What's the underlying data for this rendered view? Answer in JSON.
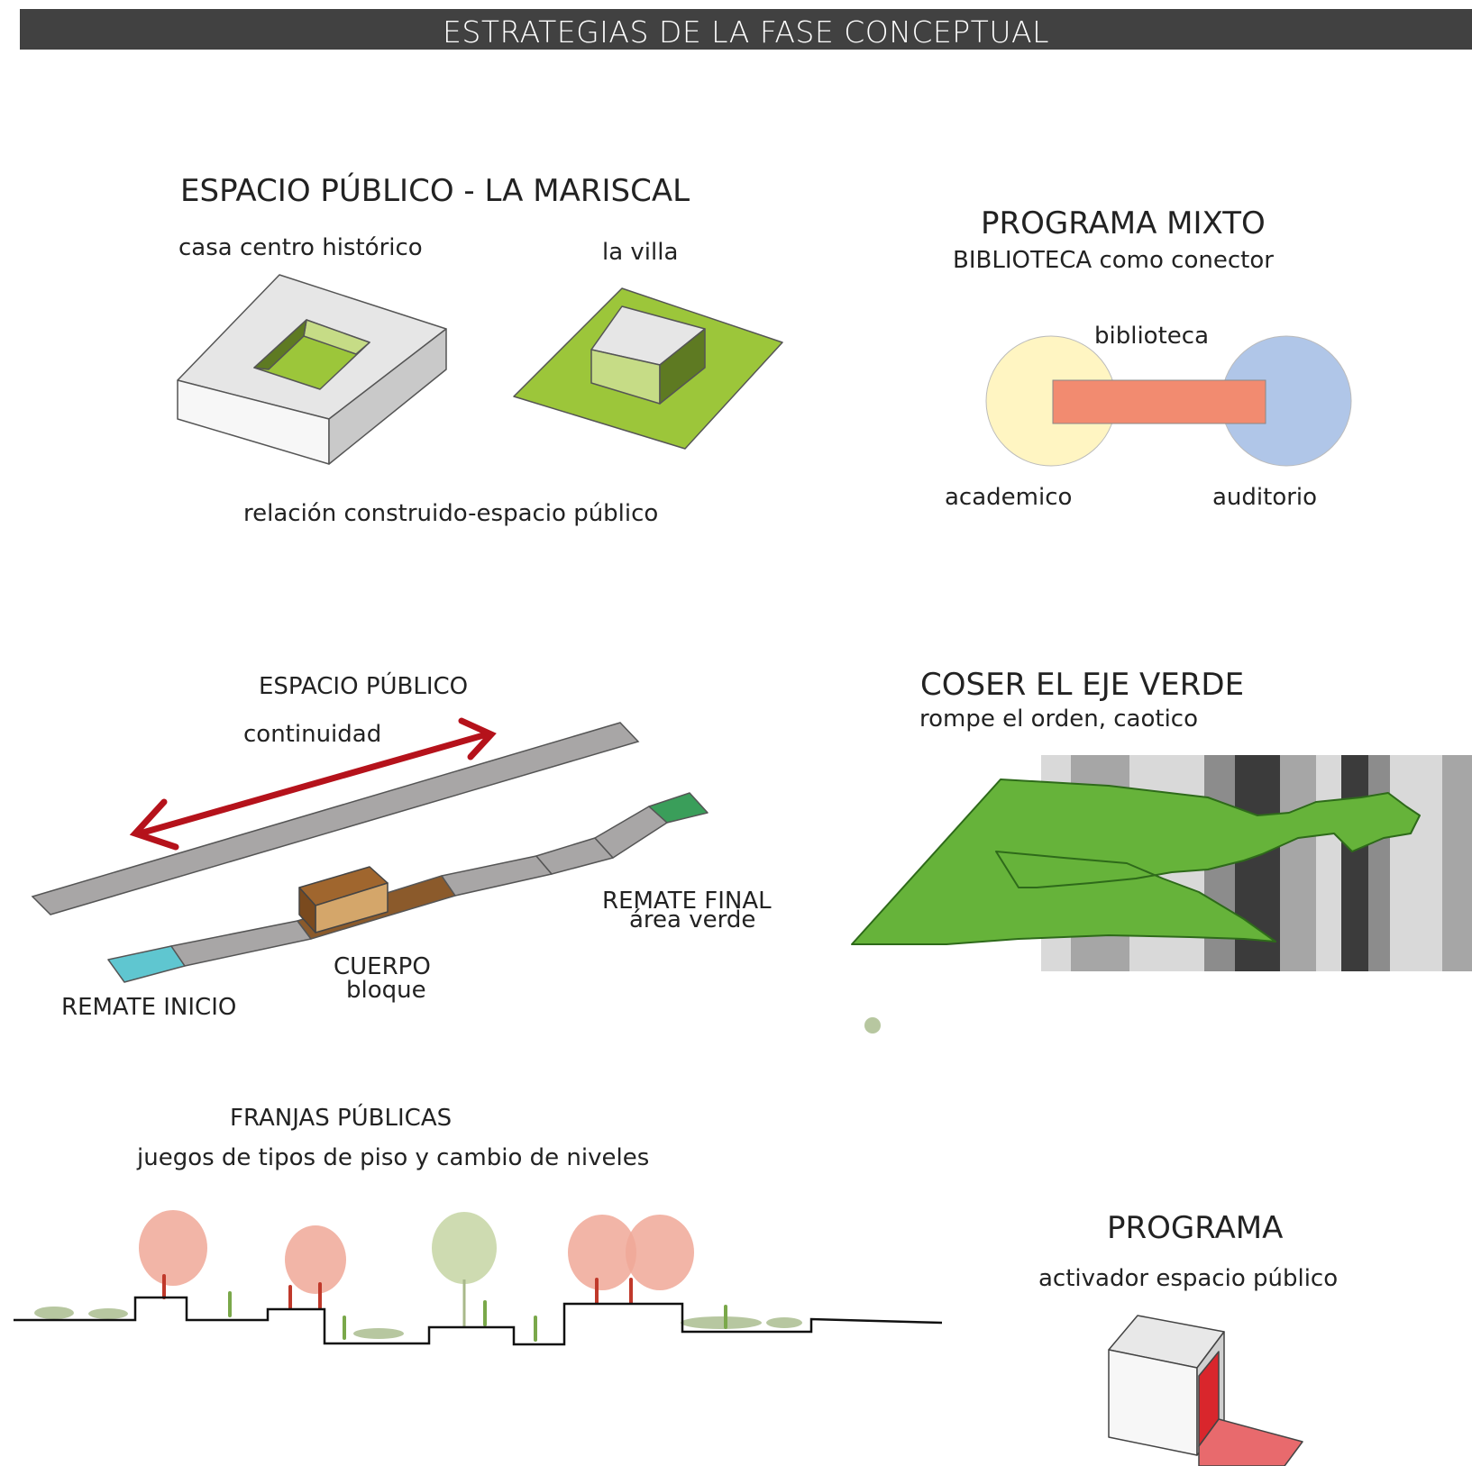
{
  "header": {
    "title": "ESTRATEGIAS DE LA FASE CONCEPTUAL"
  },
  "espacio_mariscal": {
    "title": "ESPACIO PÚBLICO - LA MARISCAL",
    "label_casa": "casa centro histórico",
    "label_villa": "la villa",
    "caption": "relación construido-espacio público"
  },
  "programa_mixto": {
    "title": "PROGRAMA MIXTO",
    "subtitle": "BIBLIOTECA como conector",
    "label_biblioteca": "biblioteca",
    "label_academico": "academico",
    "label_auditorio": "auditorio",
    "colors": {
      "academico": "#fff5c2",
      "biblioteca": "#f28b70",
      "auditorio": "#b0c6e8"
    }
  },
  "espacio_continuidad": {
    "title": "ESPACIO PÚBLICO",
    "label_continuidad": "continuidad",
    "label_remate_inicio": "REMATE INICIO",
    "label_cuerpo": "CUERPO",
    "label_bloque": "bloque",
    "label_remate_final": "REMATE FINAL",
    "label_area_verde": "área verde"
  },
  "eje_verde": {
    "title": "COSER EL EJE VERDE",
    "subtitle": "rompe el orden, caotico",
    "colors": {
      "green": "#66b33a"
    }
  },
  "franjas": {
    "title": "FRANJAS PÚBLICAS",
    "subtitle": "juegos de tipos de piso y cambio de niveles"
  },
  "programa": {
    "title": "PROGRAMA",
    "subtitle": "activador espacio público",
    "colors": {
      "accent": "#d9262c"
    }
  }
}
